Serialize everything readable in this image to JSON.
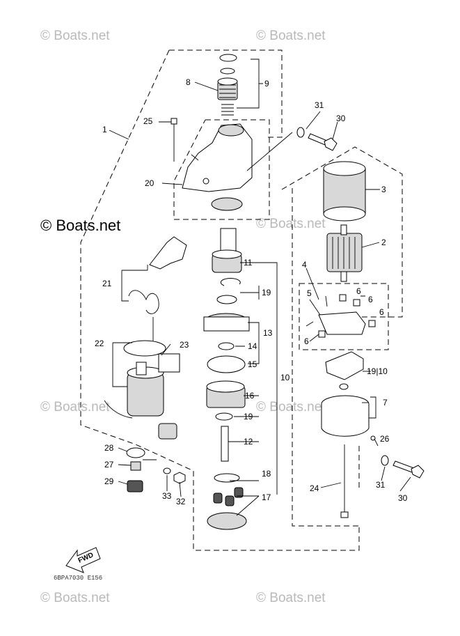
{
  "watermarks": {
    "small": "© Boats.net",
    "large": "© Boats.net"
  },
  "diagram_code": "6BPA7030 E156",
  "fwd_label": "FWD",
  "callouts": {
    "c1": "1",
    "c2": "2",
    "c3": "3",
    "c4": "4",
    "c5": "5",
    "c6a": "6",
    "c6b": "6",
    "c6c": "6",
    "c6d": "6",
    "c7": "7",
    "c8": "8",
    "c9": "9",
    "c10": "10",
    "c10b": "19|10",
    "c11": "11",
    "c12": "12",
    "c13": "13",
    "c14": "14",
    "c15": "15",
    "c16": "16",
    "c17": "17",
    "c18": "18",
    "c19a": "19",
    "c19b": "19",
    "c20": "20",
    "c21": "21",
    "c22": "22",
    "c23": "23",
    "c24": "24",
    "c25": "25",
    "c26": "26",
    "c27": "27",
    "c28": "28",
    "c29": "29",
    "c30a": "30",
    "c30b": "30",
    "c31a": "31",
    "c31b": "31",
    "c32": "32",
    "c33": "33"
  },
  "colors": {
    "line": "#000000",
    "watermark": "#b9b9b9",
    "shade": "#d8d8d8"
  }
}
